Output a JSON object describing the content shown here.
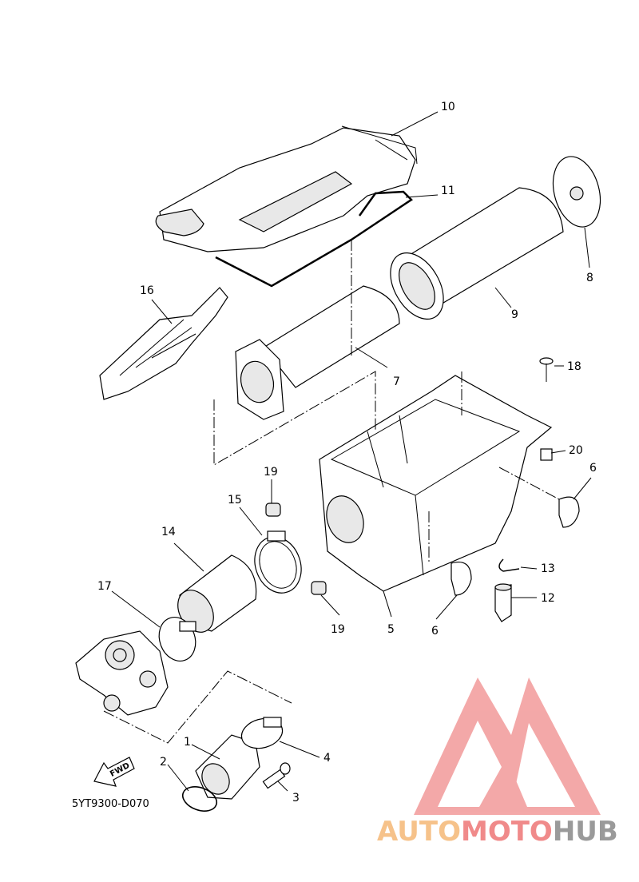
{
  "diagram": {
    "part_code": "5YT9300-D070",
    "fwd_label": "FWD",
    "callouts": [
      {
        "id": "c10",
        "label": "10"
      },
      {
        "id": "c11",
        "label": "11"
      },
      {
        "id": "c8",
        "label": "8"
      },
      {
        "id": "c9",
        "label": "9"
      },
      {
        "id": "c16",
        "label": "16"
      },
      {
        "id": "c7",
        "label": "7"
      },
      {
        "id": "c18",
        "label": "18"
      },
      {
        "id": "c20",
        "label": "20"
      },
      {
        "id": "c6a",
        "label": "6"
      },
      {
        "id": "c19a",
        "label": "19"
      },
      {
        "id": "c15",
        "label": "15"
      },
      {
        "id": "c14",
        "label": "14"
      },
      {
        "id": "c13",
        "label": "13"
      },
      {
        "id": "c17",
        "label": "17"
      },
      {
        "id": "c12",
        "label": "12"
      },
      {
        "id": "c19b",
        "label": "19"
      },
      {
        "id": "c5",
        "label": "5"
      },
      {
        "id": "c6b",
        "label": "6"
      },
      {
        "id": "c4",
        "label": "4"
      },
      {
        "id": "c1",
        "label": "1"
      },
      {
        "id": "c2",
        "label": "2"
      },
      {
        "id": "c3",
        "label": "3"
      }
    ]
  },
  "watermark": {
    "part1": "AUTO",
    "part2": "MOTO",
    "part3": "HUB",
    "color1": "#f6c28a",
    "color2": "#f08a8a",
    "color3": "#9a9a9a",
    "logo_color": "#f29a9a"
  }
}
